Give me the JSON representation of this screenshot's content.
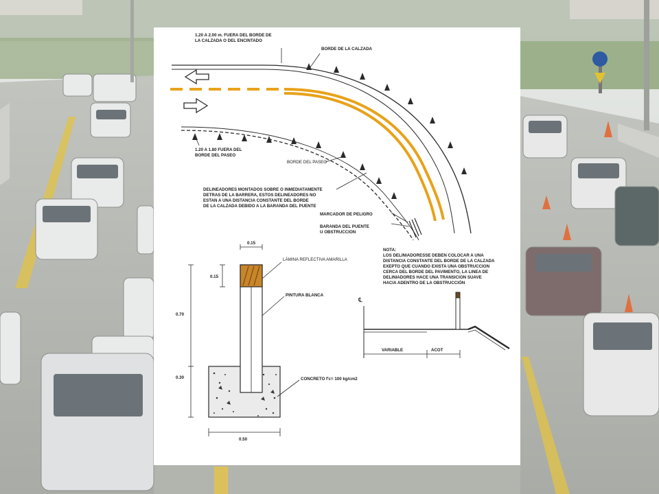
{
  "colors": {
    "lane_yellow": "#e8a21a",
    "reflective_amber": "#c8862a",
    "line_dark": "#2a2a2a",
    "sky_haze": "#dde2df",
    "road_grey": "#b7b9b3",
    "grass_green": "#8da47a"
  },
  "background": {
    "description_icons": [
      "car-icon",
      "traffic-cone-icon",
      "road-sign-icon"
    ]
  },
  "plan_view": {
    "offset_road_note_line1": "1.20 A 2.00 m. FUERA DEL BORDE DE",
    "offset_road_note_line2": "LA CALZADA O DEL ENCINTADO",
    "road_edge_label": "BORDE DE LA CALZADA",
    "offset_shoulder_note_line1": "1.20 A 1.80 FUERA DEL",
    "offset_shoulder_note_line2": "BORDE DEL PASEO",
    "shoulder_edge_label": "BORDE DEL PASEO",
    "barrier_note_line1": "DELINEADORES MONTADOS SOBRE O INMEDIATAMENTE",
    "barrier_note_line2": "DETRAS DE LA BARRERA, ESTOS DELINEADORES NO",
    "barrier_note_line3": "ESTAN A UNA DISTANCIA CONSTANTE DEL BORDE",
    "barrier_note_line4": "DE LA CALZADA DEBIDO A LA BARANDA DEL PUENTE",
    "hazard_marker_label": "MARCADOR DE PELIGRO",
    "bridge_rail_label_line1": "BARANDA DEL PUENTE",
    "bridge_rail_label_line2": "U OBSTRUCCION"
  },
  "post_detail": {
    "dim_width_top": "0.15",
    "dim_height_top": "0.15",
    "dim_height_post": "0.70",
    "dim_depth": "0.30",
    "dim_base_width": "0.50",
    "reflective_label": "LÁMINA REFLECTIVA AMARILLA",
    "paint_label": "PINTURA BLANCA",
    "concrete_label": "CONCRETO  f'c= 100 kg/cm2"
  },
  "note": {
    "title": "NOTA:",
    "line1": "LOS DELINIADORESSE DEBEN COLOCAR A UNA",
    "line2": "DISTANCIA CONSTANTE DEL BORDE DE LA CALZADA",
    "line3": "EXEPTO QUE CUANDO EXISTA UNA OBSTRUCCION",
    "line4": "CERCA DEL BORDE DEL PAVIMENTO, LA LINEA DE",
    "line5": "DELINIADORES HACE UNA TRANSICION SUAVE",
    "line6": "HACIA ADENTRO DE LA OBSTRUCCIÓN"
  },
  "cross_section": {
    "centerline_symbol": "℄",
    "variable_label": "VARIABLE",
    "acot_label": "ACOT"
  }
}
